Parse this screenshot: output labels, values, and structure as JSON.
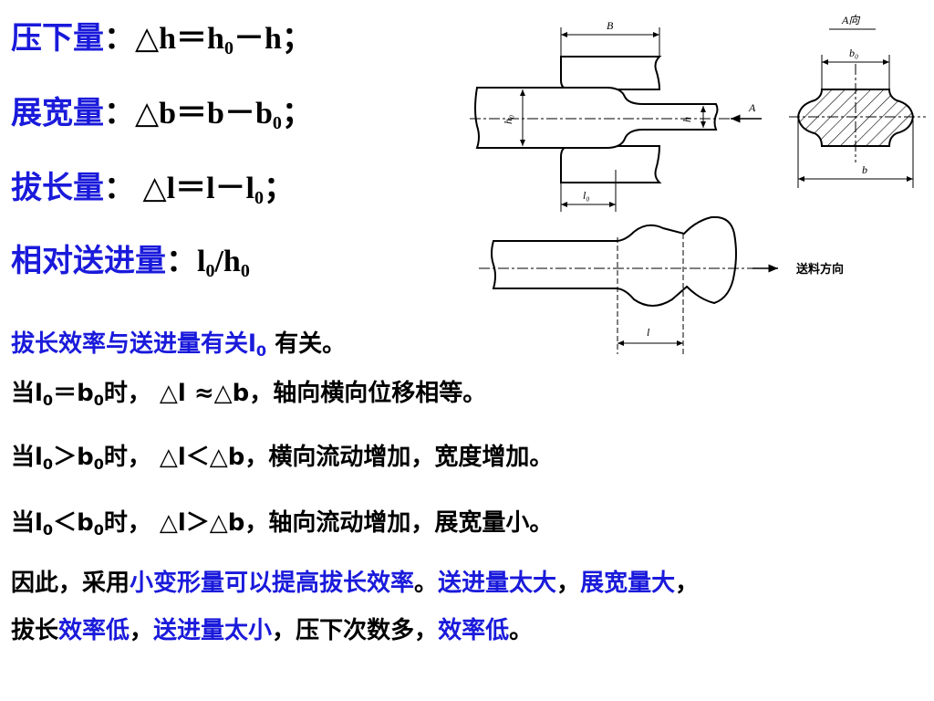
{
  "formulas": [
    {
      "label": "压下量",
      "sep": "：",
      "pre": "△h＝h",
      "sub": "0",
      "post": "－h；"
    },
    {
      "label": "展宽量",
      "sep": "：",
      "pre": "△b＝b－b",
      "sub": "0",
      "post": "；"
    },
    {
      "label": "拔长量",
      "sep": "：",
      "pre": " △l＝l－l",
      "sub": "0",
      "post": "；"
    },
    {
      "label": "相对送进量",
      "sep": "：",
      "pre": "l",
      "sub": "0",
      "post": "/h",
      "sub2": "0"
    }
  ],
  "text": {
    "line1_blue": "拔长效率与送进量有关l",
    "line1_sub": "0",
    "line1_tail": " 有关。",
    "line2": {
      "a": "当l",
      "s1": "0",
      "b": "＝b",
      "s2": "0",
      "c": "时，  △l ≈△b，轴向横向位移相等。"
    },
    "line3": {
      "a": "当l",
      "s1": "0",
      "b": "＞b",
      "s2": "0",
      "c": "时，  △l＜△b，横向流动增加，宽度增加。"
    },
    "line4": {
      "a": "当l",
      "s1": "0",
      "b": "＜b",
      "s2": "0",
      "c": "时，  △l＞△b，轴向流动增加，展宽量小。"
    },
    "line5": {
      "a": "因此，采用",
      "b": "小变形量可以提高拔长效率",
      "c": "。",
      "d": "送进量太大",
      "e": "，",
      "f": "展宽量大",
      "g": "，"
    },
    "line6": {
      "a": "拔长",
      "b": "效率低",
      "c": "，",
      "d": "送进量太小",
      "e": "，压下次数多，",
      "f": "效率低",
      "g": "。"
    }
  },
  "figure": {
    "label_B": "B",
    "label_A_dir": "A向",
    "label_A": "A",
    "label_b0": "b₀",
    "label_b": "b",
    "label_h0": "h₀",
    "label_h": "h",
    "label_l0": "l₀",
    "label_l": "l",
    "label_feed": "送料方向"
  },
  "colors": {
    "accent": "#1a1adb"
  }
}
